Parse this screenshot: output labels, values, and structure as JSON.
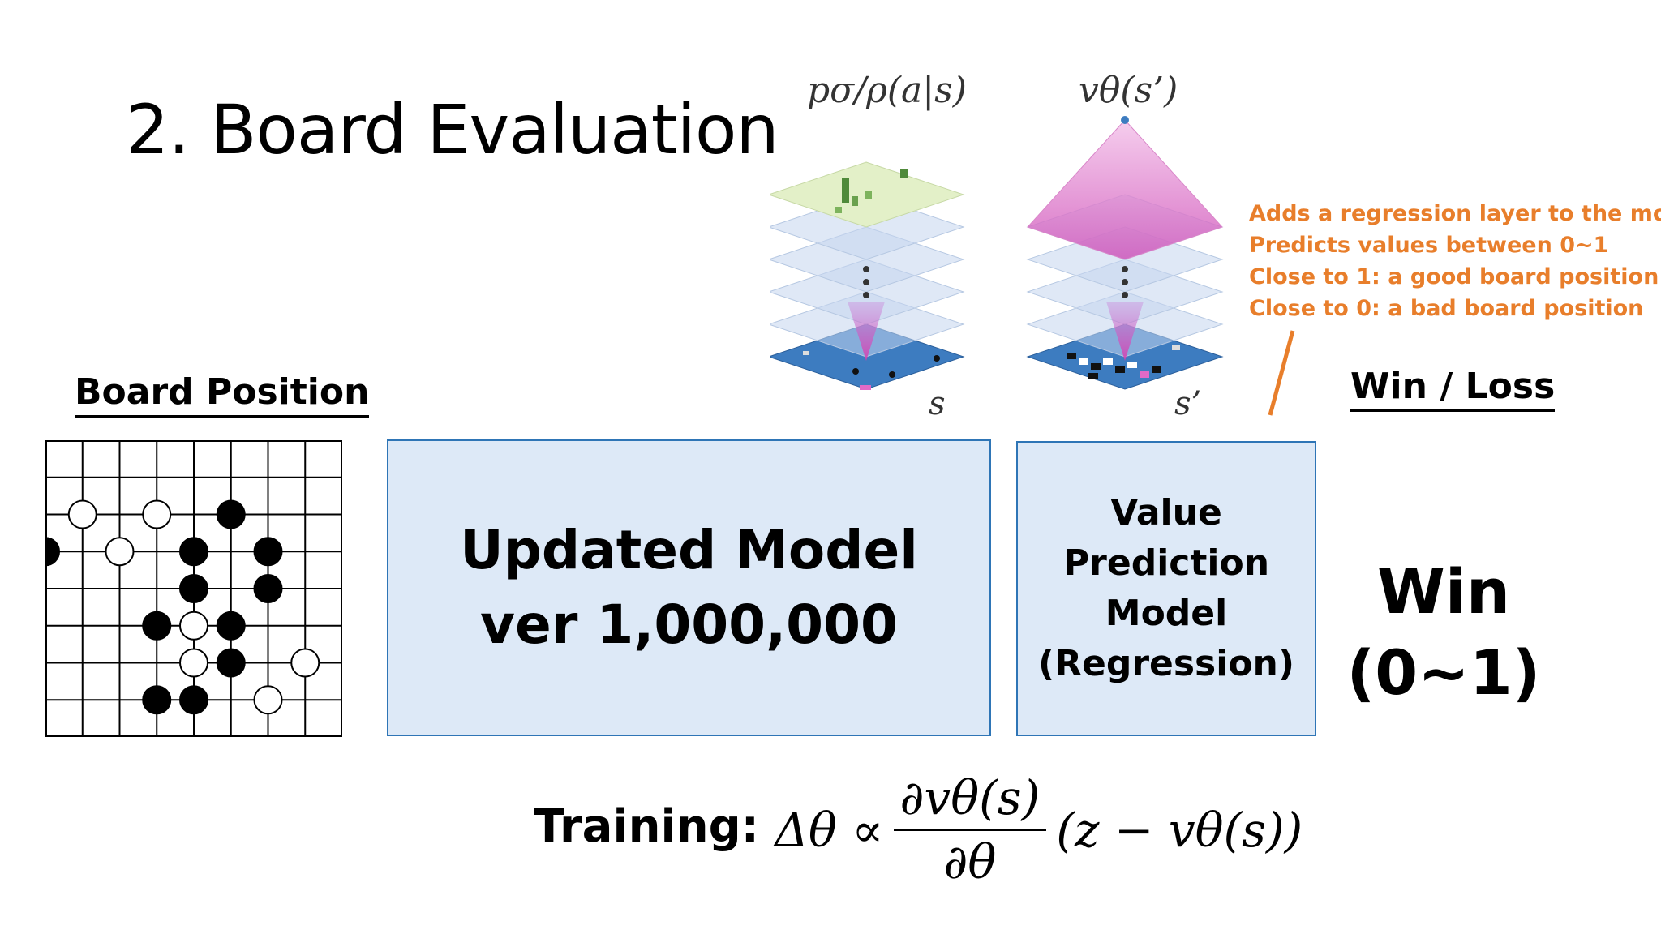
{
  "title": "2. Board Evaluation",
  "board_position_label": "Board Position",
  "win_loss_label": "Win / Loss",
  "updated_model": {
    "line1": "Updated Model",
    "line2": "ver 1,000,000"
  },
  "value_model": {
    "lines": [
      "Value",
      "Prediction",
      "Model",
      "(Regression)"
    ]
  },
  "annotation": {
    "lines": [
      "Adds a regression layer to the model",
      "Predicts values between 0~1",
      "Close to 1: a good board position",
      "Close to 0: a bad board position"
    ],
    "color": "#e87e2b"
  },
  "result": {
    "line1": "Win",
    "line2": "(0~1)"
  },
  "training": {
    "label": "Training:",
    "lhs": "Δθ ∝",
    "numerator": "∂vθ(s)",
    "denominator": "∂θ",
    "rhs": "(z − vθ(s))"
  },
  "networks": {
    "policy_label": "pσ/ρ(a|s)",
    "value_label": "vθ(s’)",
    "policy_input": "s",
    "value_input": "s’"
  },
  "colors": {
    "box_fill": "#dde9f7",
    "box_border": "#2e75b6",
    "board_blue": "#3d7cc0",
    "policy_top": "#e3f0c8",
    "value_top": "#e28ad0"
  },
  "board": {
    "black_stones": [
      [
        5,
        2
      ],
      [
        0,
        3
      ],
      [
        4,
        3
      ],
      [
        6,
        3
      ],
      [
        4,
        4
      ],
      [
        6,
        4
      ],
      [
        3,
        5
      ],
      [
        5,
        5
      ],
      [
        5,
        6
      ],
      [
        3,
        7
      ],
      [
        4,
        7
      ]
    ],
    "white_stones": [
      [
        1,
        2
      ],
      [
        3,
        2
      ],
      [
        2,
        3
      ],
      [
        4,
        5
      ],
      [
        4,
        6
      ],
      [
        7,
        6
      ],
      [
        6,
        7
      ]
    ]
  }
}
